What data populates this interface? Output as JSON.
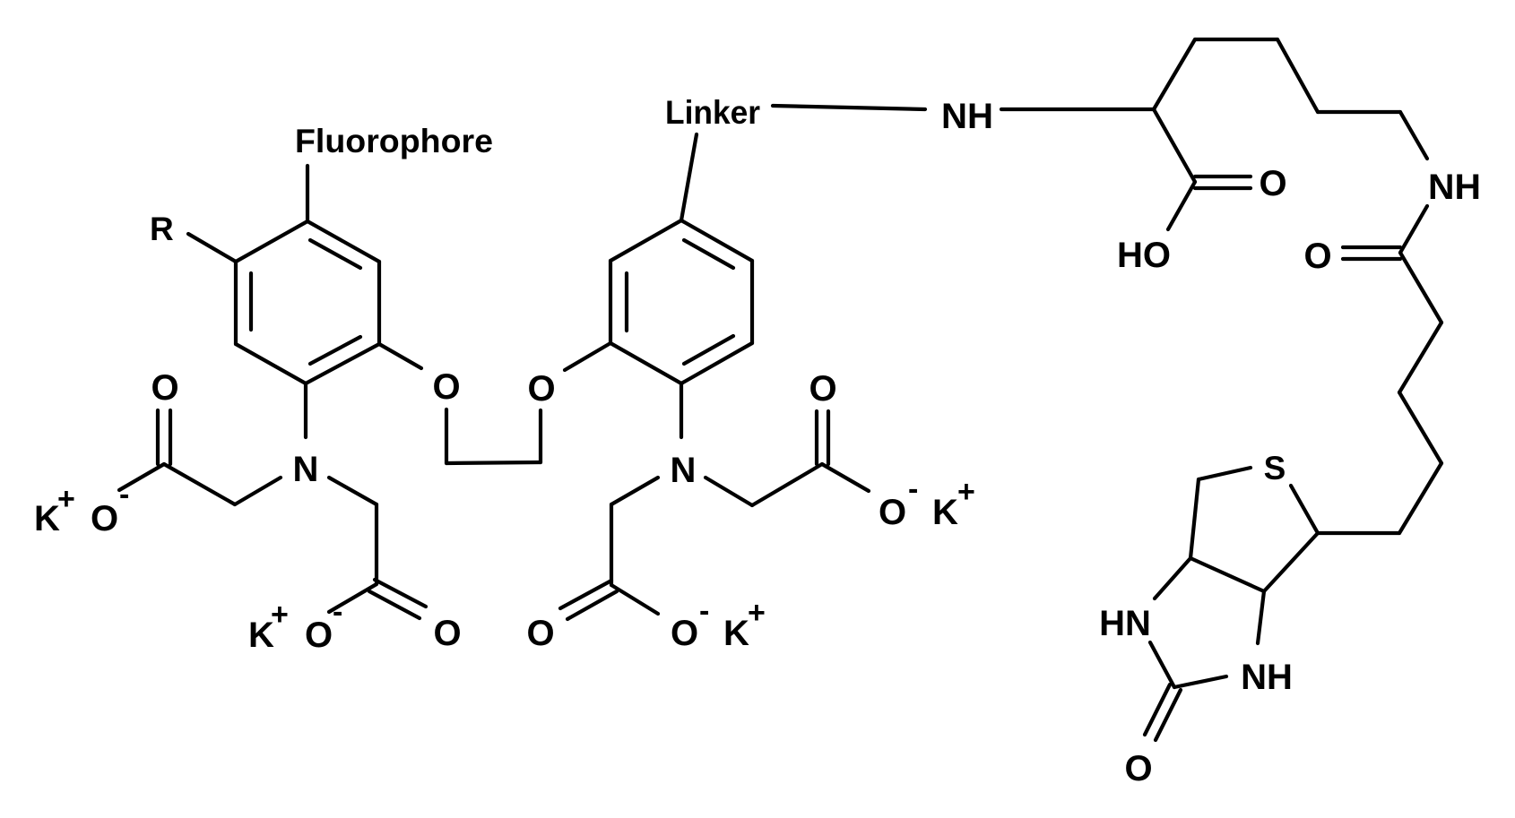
{
  "diagram": {
    "title": "BAPTA-based fluorescent Ca2+ indicator conjugated via Linker to biocytin (lysine–biotin)",
    "colors": {
      "ink": "#000000",
      "background": "#ffffff"
    },
    "labels": {
      "fluorophore": "Fluorophore",
      "r_group": "R",
      "linker": "Linker",
      "ether_o_left": "O",
      "ether_o_right": "O",
      "n_left": "N",
      "n_right": "N",
      "carbonyl_o_left_top": "O",
      "carbonyl_o_left_bottom": "O",
      "carbonyl_o_right_top": "O",
      "carbonyl_o_right_bottom": "O",
      "carboxylate_o": "O",
      "minus": "-",
      "potassium": "K",
      "plus": "+",
      "amide_nh": "NH",
      "acid_o": "O",
      "acid_ho": "HO",
      "lys_nh": "NH",
      "biotin_carbonyl_o": "O",
      "sulfur": "S",
      "urea_hn": "HN",
      "urea_nh": "NH",
      "urea_o": "O"
    },
    "components": [
      {
        "name": "fluorophore-ring",
        "substituents": [
          "Fluorophore",
          "R",
          "O (ether)",
          "N(CH2COO- K+)2"
        ]
      },
      {
        "name": "linker-ring",
        "substituents": [
          "Linker",
          "O (ether)",
          "N(CH2COO- K+)2"
        ]
      },
      {
        "name": "lysine",
        "groups": [
          "NH",
          "COOH",
          "NH (epsilon)"
        ]
      },
      {
        "name": "biotin",
        "groups": [
          "C=O amide",
          "tetrahydrothiophene (S)",
          "ureido ring (HN, NH, C=O)"
        ]
      }
    ],
    "counterions": {
      "count": 4,
      "cation": "K+",
      "anion": "O-"
    }
  }
}
